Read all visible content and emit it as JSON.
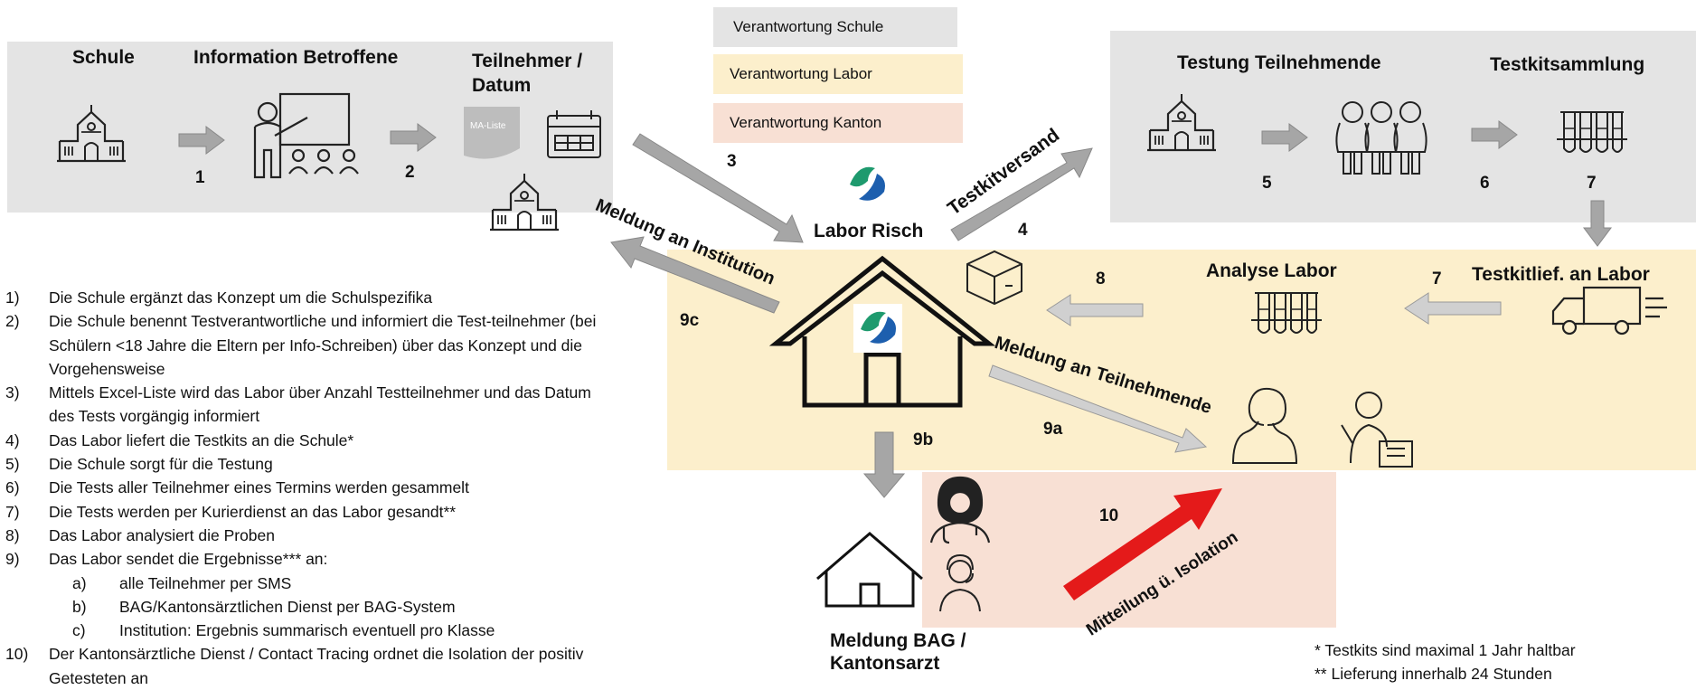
{
  "legend": {
    "school": "Verantwortung Schule",
    "lab": "Verantwortung Labor",
    "canton": "Verantwortung Kanton"
  },
  "colors": {
    "school": "#e4e4e4",
    "lab": "#fcefcc",
    "canton": "#f8e0d4",
    "arrow": "#a6a6a6",
    "red_arrow": "#e41a1a"
  },
  "top_left": {
    "schule": "Schule",
    "information": "Information Betroffene",
    "teilnehmer": "Teilnehmer /",
    "datum": "Datum",
    "ma_liste": "MA-Liste",
    "n1": "1",
    "n2": "2"
  },
  "top_right": {
    "testung": "Testung Teilnehmende",
    "sammlung": "Testkitsammlung",
    "n5": "5",
    "n6": "6",
    "n7": "7"
  },
  "center": {
    "labor_risch": "Labor Risch",
    "testkitversand": "Testkitversand",
    "meldung_institution": "Meldung an Institution",
    "meldung_teilnehmende": "Meldung an Teilnehmende",
    "n3": "3",
    "n4": "4",
    "n8": "8",
    "n7b": "7",
    "n9a": "9a",
    "n9b": "9b",
    "n9c": "9c",
    "n10": "10",
    "analyse": "Analyse Labor",
    "testkitlief": "Testkitlief. an Labor",
    "mitteilung": "Mitteilung ü. Isolation",
    "meldung_bag_1": "Meldung BAG /",
    "meldung_bag_2": "Kantonsarzt"
  },
  "steps": [
    {
      "n": "1)",
      "text": "Die Schule ergänzt das Konzept um die Schulspezifika"
    },
    {
      "n": "2)",
      "text": "Die Schule benennt Testverantwortliche und informiert die Test-teilnehmer (bei Schülern <18 Jahre die Eltern per Info-Schreiben) über das Konzept und die Vorgehensweise"
    },
    {
      "n": "3)",
      "text": "Mittels Excel-Liste wird das Labor über Anzahl Testteilnehmer und das Datum des Tests vorgängig informiert"
    },
    {
      "n": "4)",
      "text": "Das Labor liefert die Testkits an die Schule*"
    },
    {
      "n": "5)",
      "text": "Die Schule sorgt für die Testung"
    },
    {
      "n": "6)",
      "text": "Die Tests aller Teilnehmer eines Termins werden gesammelt"
    },
    {
      "n": "7)",
      "text": "Die Tests werden per Kurierdienst an das Labor gesandt**"
    },
    {
      "n": "8)",
      "text": "Das Labor analysiert die Proben"
    },
    {
      "n": "9)",
      "text": "Das Labor sendet die Ergebnisse*** an:"
    },
    {
      "n": "a)",
      "text": "alle Teilnehmer per SMS"
    },
    {
      "n": "b)",
      "text": "BAG/Kantonsärztlichen Dienst per BAG-System"
    },
    {
      "n": "c)",
      "text": "Institution: Ergebnis summarisch eventuell pro Klasse"
    },
    {
      "n": "10)",
      "text": "Der Kantonsärztliche Dienst / Contact Tracing ordnet die Isolation der positiv Getesteten an"
    }
  ],
  "footnotes": {
    "f1": "*   Testkits sind maximal  1 Jahr haltbar",
    "f2": "**  Lieferung innerhalb 24 Stunden"
  }
}
